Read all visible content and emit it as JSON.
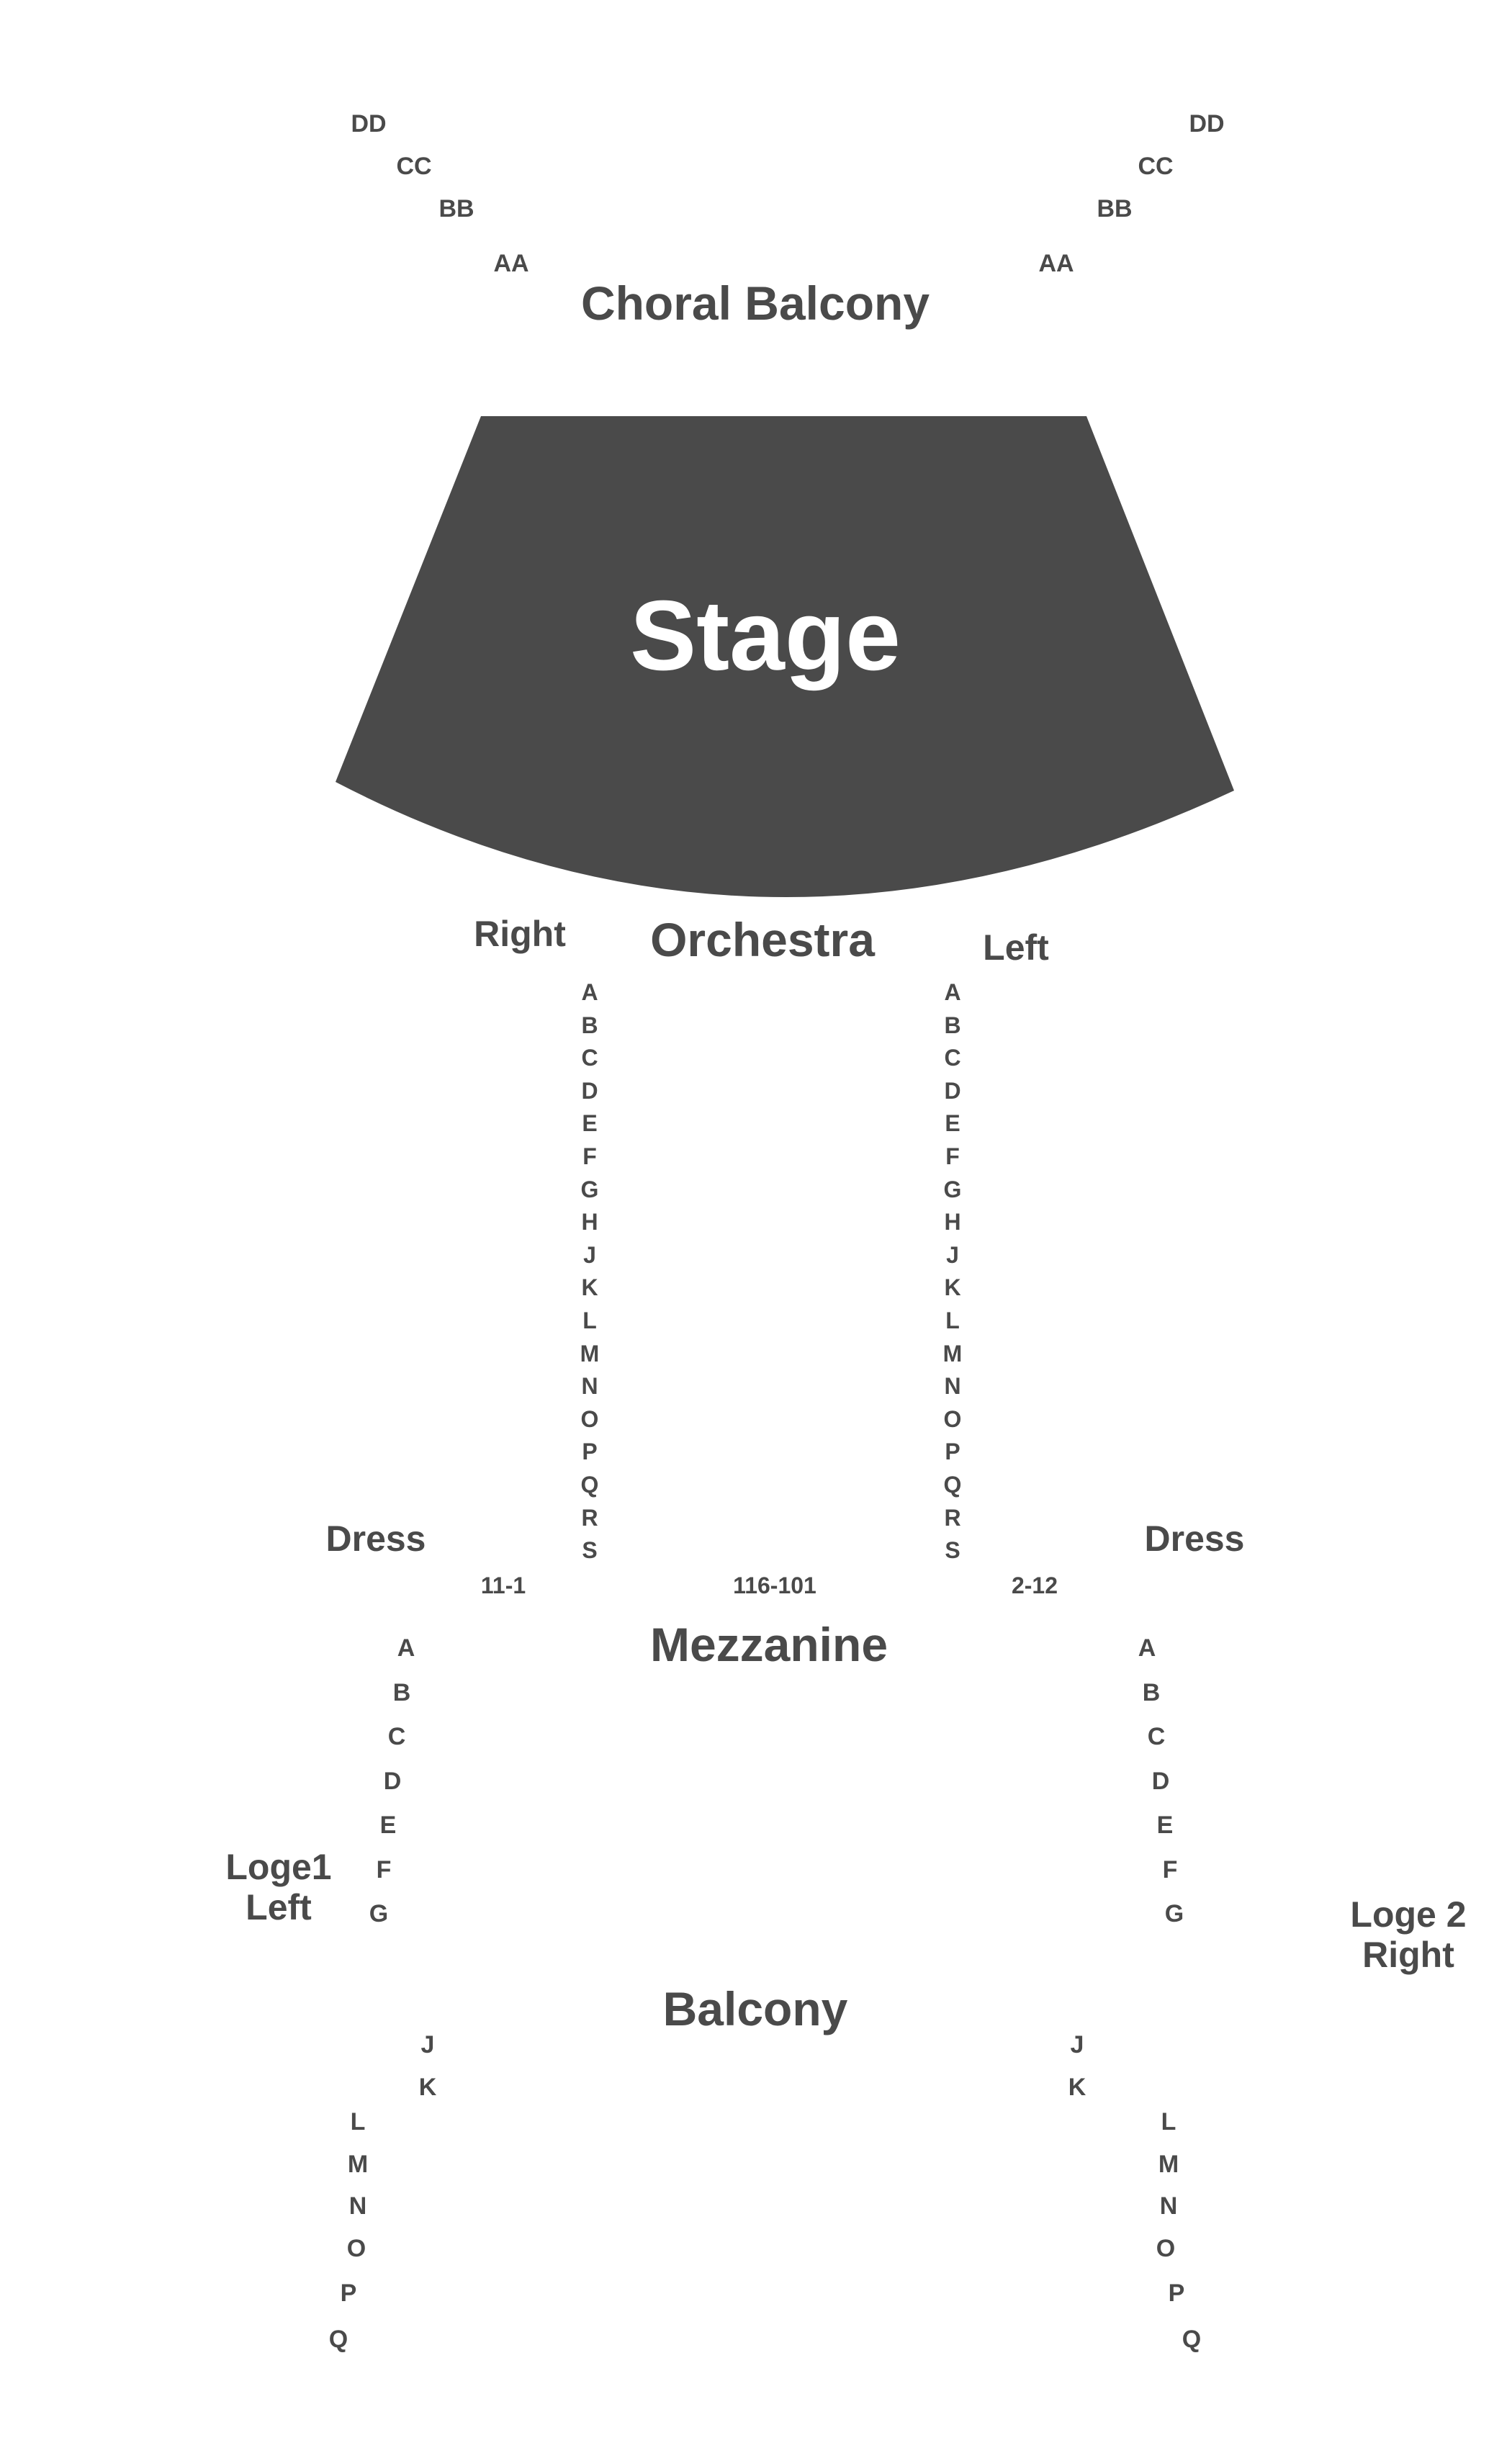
{
  "choral_balcony": {
    "title": "Choral Balcony",
    "left_rows": [
      "DD",
      "CC",
      "BB",
      "AA"
    ],
    "right_rows": [
      "DD",
      "CC",
      "BB",
      "AA"
    ]
  },
  "stage": {
    "label": "Stage",
    "color": "#4a4a4a"
  },
  "orchestra": {
    "title": "Orchestra",
    "right_label": "Right",
    "left_label": "Left",
    "rows": [
      "A",
      "B",
      "C",
      "D",
      "E",
      "F",
      "G",
      "H",
      "J",
      "K",
      "L",
      "M",
      "N",
      "O",
      "P",
      "Q",
      "R",
      "S"
    ],
    "seat_ranges": [
      "11-1",
      "116-101",
      "2-12"
    ]
  },
  "dress": {
    "left_label": "Dress",
    "right_label": "Dress"
  },
  "mezzanine": {
    "title": "Mezzanine",
    "rows": [
      "A",
      "B",
      "C",
      "D",
      "E",
      "F",
      "G"
    ]
  },
  "loge1": {
    "line1": "Loge1",
    "line2": "Left"
  },
  "loge2": {
    "line1": "Loge 2",
    "line2": "Right"
  },
  "balcony": {
    "title": "Balcony",
    "rows": [
      "J",
      "K",
      "L",
      "M",
      "N",
      "O",
      "P",
      "Q"
    ]
  },
  "colors": {
    "text": "#4a4a4a",
    "background": "#ffffff"
  }
}
